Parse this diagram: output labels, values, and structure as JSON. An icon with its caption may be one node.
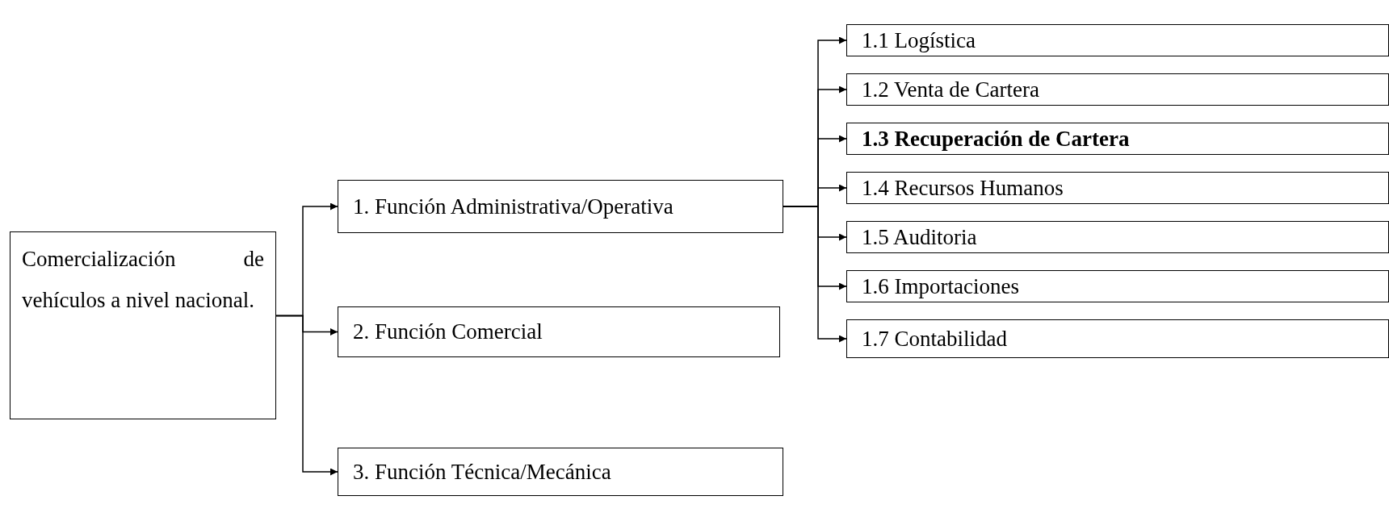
{
  "diagram": {
    "nodes": [
      {
        "text": [
          "Comercialización de vehículos a nivel nacional."
        ]
      },
      {
        "text": [
          "1.  Función Administrativa/Operativa"
        ]
      },
      {
        "text": [
          "2.  Función Comercial"
        ]
      },
      {
        "text": [
          "3.  Función Técnica/Mecánica"
        ]
      },
      {
        "text": [
          "1.1  Logística"
        ]
      },
      {
        "text": [
          "1.2  Venta de Cartera"
        ]
      },
      {
        "text": [
          "1.3  Recuperación de Cartera"
        ]
      },
      {
        "text": [
          "1.4  Recursos Humanos"
        ]
      },
      {
        "text": [
          "1.5  Auditoria"
        ]
      },
      {
        "text": [
          "1.6  Importaciones"
        ]
      },
      {
        "text": [
          "1.7  Contabilidad"
        ]
      }
    ],
    "edges": [
      {
        "from": 0,
        "to": 1,
        "arrow": "to"
      },
      {
        "from": 0,
        "to": 2,
        "arrow": "to"
      },
      {
        "from": 0,
        "to": 3,
        "arrow": "to"
      },
      {
        "from": 1,
        "to": 4,
        "arrow": "to"
      },
      {
        "from": 1,
        "to": 5,
        "arrow": "to"
      },
      {
        "from": 1,
        "to": 6,
        "arrow": "to"
      },
      {
        "from": 1,
        "to": 7,
        "arrow": "to"
      },
      {
        "from": 1,
        "to": 8,
        "arrow": "to"
      },
      {
        "from": 1,
        "to": 9,
        "arrow": "to"
      },
      {
        "from": 1,
        "to": 10,
        "arrow": "to"
      }
    ]
  }
}
